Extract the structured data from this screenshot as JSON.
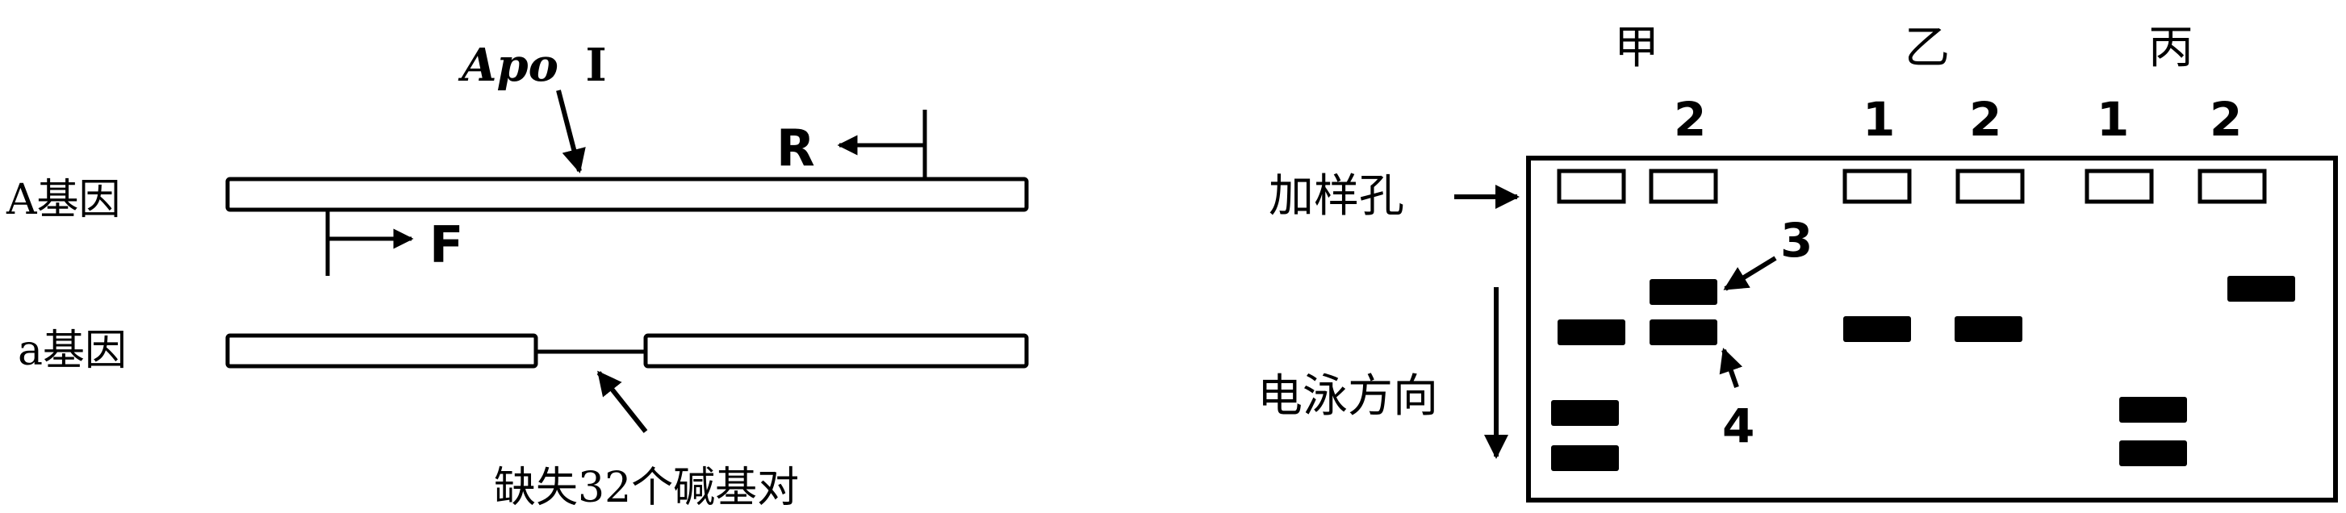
{
  "gene_diagram": {
    "gene_A_label": "A基因",
    "gene_a_label": "a基因",
    "site_label_italic": "Apo",
    "site_label_roman": "I",
    "primer_R": "R",
    "primer_F": "F",
    "deletion_label": "缺失32个碱基对"
  },
  "gel": {
    "groups": [
      "甲",
      "乙",
      "丙"
    ],
    "lane_numbers": [
      "2",
      "1",
      "2",
      "1",
      "2"
    ],
    "well_label": "加样孔",
    "direction_label": "电泳方向",
    "band_labels": [
      "3",
      "4"
    ]
  }
}
